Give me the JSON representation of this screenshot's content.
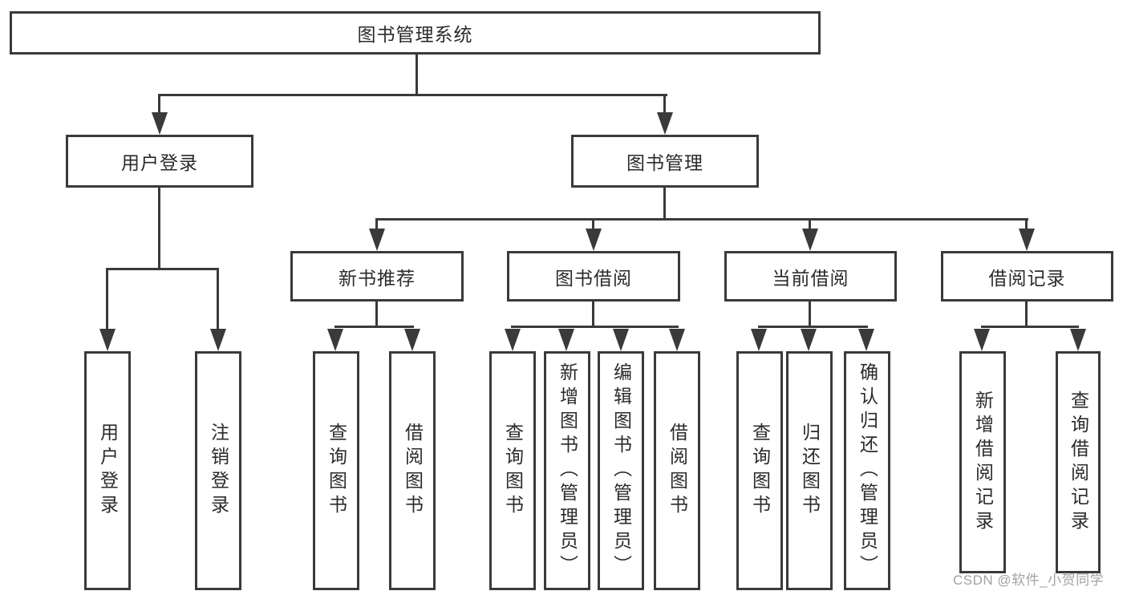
{
  "diagram": {
    "root": {
      "label": "图书管理系统"
    },
    "level2": [
      {
        "label": "用户登录"
      },
      {
        "label": "图书管理"
      }
    ],
    "level3": [
      {
        "label": "新书推荐"
      },
      {
        "label": "图书借阅"
      },
      {
        "label": "当前借阅"
      },
      {
        "label": "借阅记录"
      }
    ],
    "leaves": [
      {
        "label": "用户登录"
      },
      {
        "label": "注销登录"
      },
      {
        "label": "查询图书"
      },
      {
        "label": "借阅图书"
      },
      {
        "label": "查询图书"
      },
      {
        "label": "新增图书（管理员）"
      },
      {
        "label": "编辑图书（管理员）"
      },
      {
        "label": "借阅图书"
      },
      {
        "label": "查询图书"
      },
      {
        "label": "归还图书"
      },
      {
        "label": "确认归还（管理员）"
      },
      {
        "label": "新增借阅记录"
      },
      {
        "label": "查询借阅记录"
      }
    ]
  },
  "watermark": {
    "text": "CSDN @软件_小贺同学"
  },
  "colors": {
    "line": "#3a3a3a",
    "text": "#2b2b2b",
    "watermark": "#a2a2a2",
    "background": "#ffffff"
  }
}
